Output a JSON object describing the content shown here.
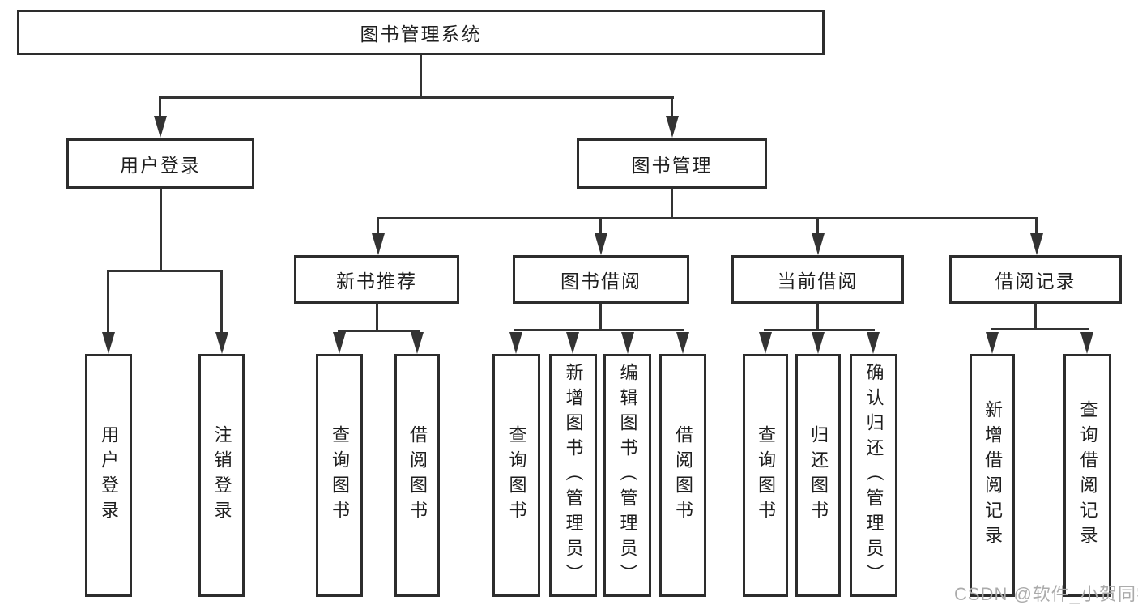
{
  "nodes": {
    "root": {
      "label": "图书管理系统"
    },
    "login": {
      "label": "用户登录"
    },
    "mgmt": {
      "label": "图书管理"
    },
    "rec": {
      "label": "新书推荐"
    },
    "borrow": {
      "label": "图书借阅"
    },
    "current": {
      "label": "当前借阅"
    },
    "records": {
      "label": "借阅记录"
    },
    "login_user": {
      "label": "用户登录"
    },
    "login_logout": {
      "label": "注销登录"
    },
    "rec_query": {
      "label": "查询图书"
    },
    "rec_borrow": {
      "label": "借阅图书"
    },
    "borrow_query": {
      "label": "查询图书"
    },
    "borrow_add": {
      "label": "新增图书（管理员）"
    },
    "borrow_edit": {
      "label": "编辑图书（管理员）"
    },
    "borrow_borrow": {
      "label": "借阅图书"
    },
    "current_query": {
      "label": "查询图书"
    },
    "current_return": {
      "label": "归还图书"
    },
    "current_confirm": {
      "label": "确认归还（管理员）"
    },
    "records_add": {
      "label": "新增借阅记录"
    },
    "records_query": {
      "label": "查询借阅记录"
    }
  },
  "hierarchy": {
    "图书管理系统": [
      "用户登录",
      "图书管理"
    ],
    "用户登录": [
      "用户登录",
      "注销登录"
    ],
    "图书管理": [
      "新书推荐",
      "图书借阅",
      "当前借阅",
      "借阅记录"
    ],
    "新书推荐": [
      "查询图书",
      "借阅图书"
    ],
    "图书借阅": [
      "查询图书",
      "新增图书（管理员）",
      "编辑图书（管理员）",
      "借阅图书"
    ],
    "当前借阅": [
      "查询图书",
      "归还图书",
      "确认归还（管理员）"
    ],
    "借阅记录": [
      "新增借阅记录",
      "查询借阅记录"
    ]
  },
  "watermark": {
    "text": "CSDN @软件_小贺同学"
  },
  "colors": {
    "line": "#333333",
    "box_border": "#2d2d2d",
    "box_background": "#ffffff",
    "text": "#1e1e1e",
    "watermark": "#ababab"
  }
}
